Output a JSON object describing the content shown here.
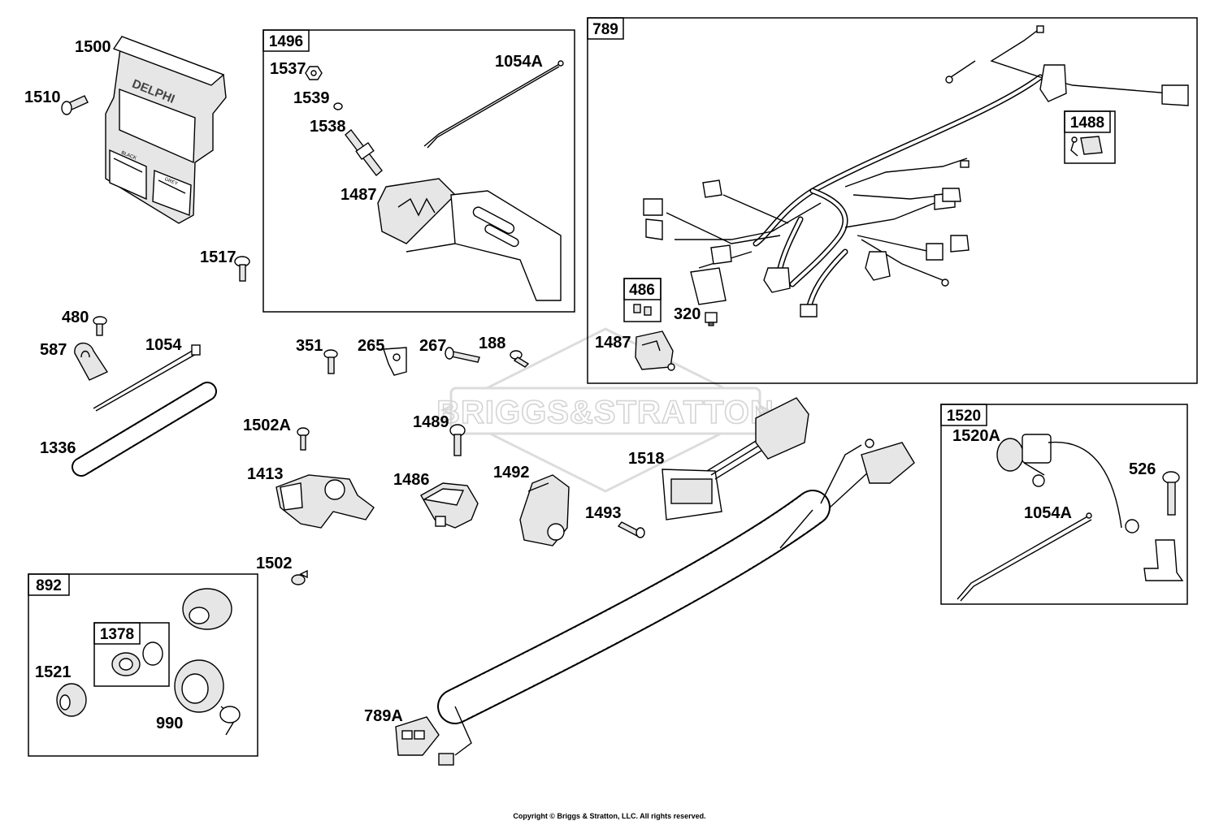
{
  "watermark": "BRIGGS&STRATTON",
  "copyright": "Copyright © Briggs & Stratton, LLC. All rights reserved.",
  "boxes": {
    "b1496": "1496",
    "b789": "789",
    "b1488": "1488",
    "b486": "486",
    "b1520": "1520",
    "b892": "892",
    "b1378": "1378"
  },
  "parts": {
    "p1500": "1500",
    "p1510": "1510",
    "p1517": "1517",
    "p1537": "1537",
    "p1539": "1539",
    "p1538": "1538",
    "p1487a": "1487",
    "p1054Aa": "1054A",
    "p480": "480",
    "p587": "587",
    "p1054": "1054",
    "p1336": "1336",
    "p351": "351",
    "p265": "265",
    "p267": "267",
    "p188": "188",
    "p320": "320",
    "p1487b": "1487",
    "p1502A": "1502A",
    "p1413": "1413",
    "p1489": "1489",
    "p1486": "1486",
    "p1492": "1492",
    "p1493": "1493",
    "p1518": "1518",
    "p1502": "1502",
    "p1520A": "1520A",
    "p526": "526",
    "p1054Ab": "1054A",
    "p1521": "1521",
    "p990": "990",
    "p789A": "789A"
  },
  "decals": {
    "module_brand": "DELPHI",
    "module_port_left": "BLACK",
    "module_port_right": "GREY"
  }
}
